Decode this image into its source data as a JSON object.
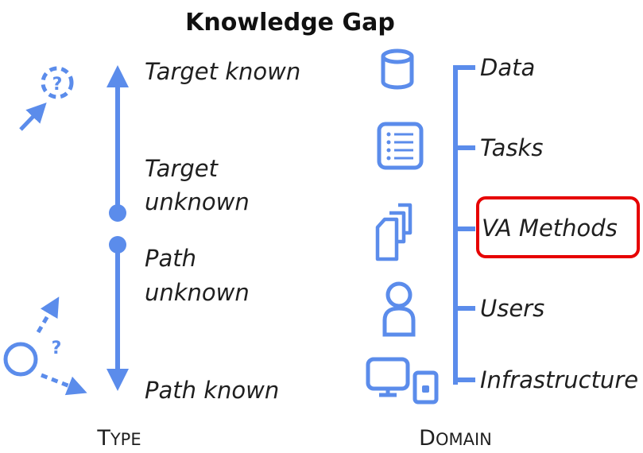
{
  "title": "Knowledge Gap",
  "type_axis": {
    "caption_first": "T",
    "caption_rest": "YPE",
    "labels": {
      "target_known": "Target known",
      "target_unknown_1": "Target",
      "target_unknown_2": "unknown",
      "path_unknown_1": "Path",
      "path_unknown_2": "unknown",
      "path_known": "Path known"
    },
    "question_mark": "?"
  },
  "domain_axis": {
    "caption_first": "D",
    "caption_rest": "OMAIN",
    "items": [
      {
        "label": "Data",
        "icon": "database-icon"
      },
      {
        "label": "Tasks",
        "icon": "list-icon"
      },
      {
        "label": "VA Methods",
        "icon": "documents-icon",
        "highlighted": true
      },
      {
        "label": "Users",
        "icon": "user-icon"
      },
      {
        "label": "Infrastructure",
        "icon": "devices-icon"
      }
    ]
  },
  "colors": {
    "accent": "#5B8CEB",
    "highlight": "#E60000",
    "text": "#1f1f1f"
  }
}
